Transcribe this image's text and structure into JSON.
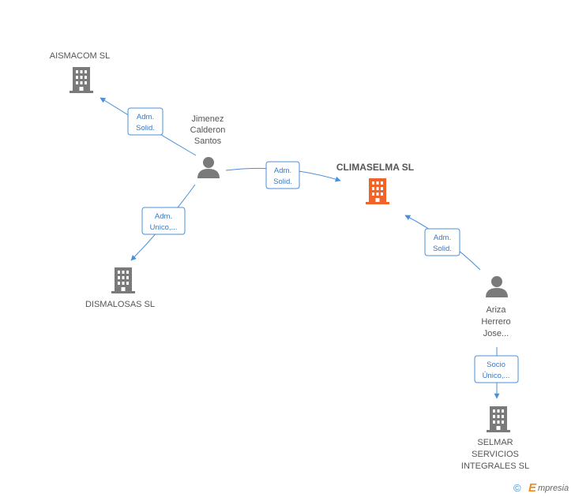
{
  "colors": {
    "edge": "#4a90d9",
    "edge_text": "#3a78c2",
    "company": "#7a7a7a",
    "company_main": "#f0642a",
    "person": "#7a7a7a",
    "brand_orange": "#f08a1c"
  },
  "nodes": {
    "aismacom": {
      "lines": [
        "AISMACOM SL"
      ],
      "icon": "building-icon"
    },
    "jimenez": {
      "lines": [
        "Jimenez",
        "Calderon",
        "Santos"
      ],
      "icon": "person-icon"
    },
    "climaselma": {
      "lines": [
        "CLIMASELMA SL"
      ],
      "icon": "building-icon"
    },
    "dismalosas": {
      "lines": [
        "DISMALOSAS SL"
      ],
      "icon": "building-icon"
    },
    "ariza": {
      "lines": [
        "Ariza",
        "Herrero",
        "Jose..."
      ],
      "icon": "person-icon"
    },
    "selmar": {
      "lines": [
        "SELMAR",
        "SERVICIOS",
        "INTEGRALES  SL"
      ],
      "icon": "building-icon"
    }
  },
  "edges": {
    "jimenez_aismacom": {
      "lines": [
        "Adm.",
        "Solid."
      ]
    },
    "jimenez_climaselma": {
      "lines": [
        "Adm.",
        "Solid."
      ]
    },
    "jimenez_dismalosas": {
      "lines": [
        "Adm.",
        "Unico,..."
      ]
    },
    "ariza_climaselma": {
      "lines": [
        "Adm.",
        "Solid."
      ]
    },
    "ariza_selmar": {
      "lines": [
        "Socio",
        "Único,..."
      ]
    }
  },
  "footer": {
    "copyright": "©",
    "brand_initial": "E",
    "brand_rest": "mpresia"
  }
}
